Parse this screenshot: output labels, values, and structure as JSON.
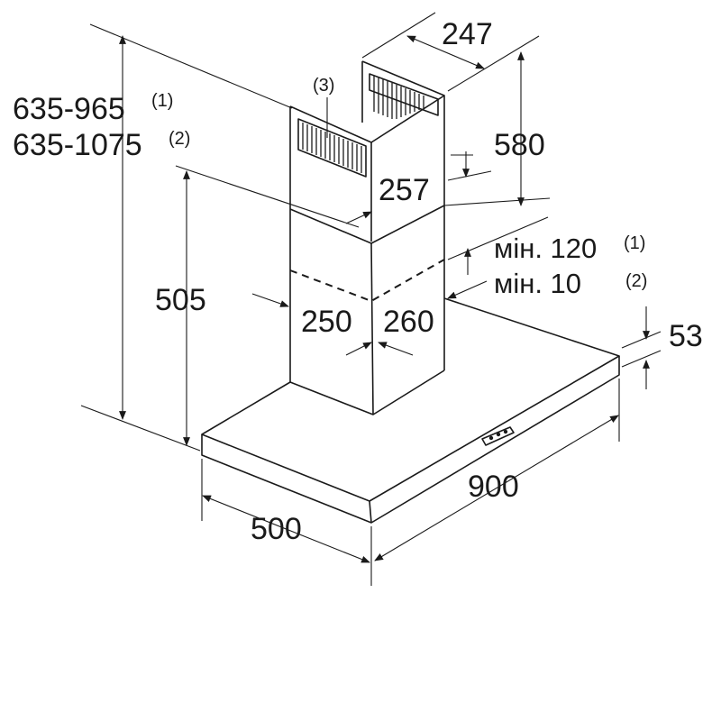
{
  "dimensions": {
    "height_range_1": "635-965",
    "height_range_2": "635-1075",
    "note_1": "(1)",
    "note_2": "(2)",
    "note_1b": "(1)",
    "note_2b": "(2)",
    "note_3": "(3)",
    "chimney_top_depth": "247",
    "chimney_upper_height": "580",
    "chimney_upper_width": "257",
    "min_gap_1": "мін. 120",
    "min_gap_2": "мін. 10",
    "hood_base_height": "505",
    "chimney_lower_depth": "250",
    "chimney_lower_width": "260",
    "canopy_thickness": "53",
    "canopy_width": "900",
    "canopy_depth": "500"
  }
}
